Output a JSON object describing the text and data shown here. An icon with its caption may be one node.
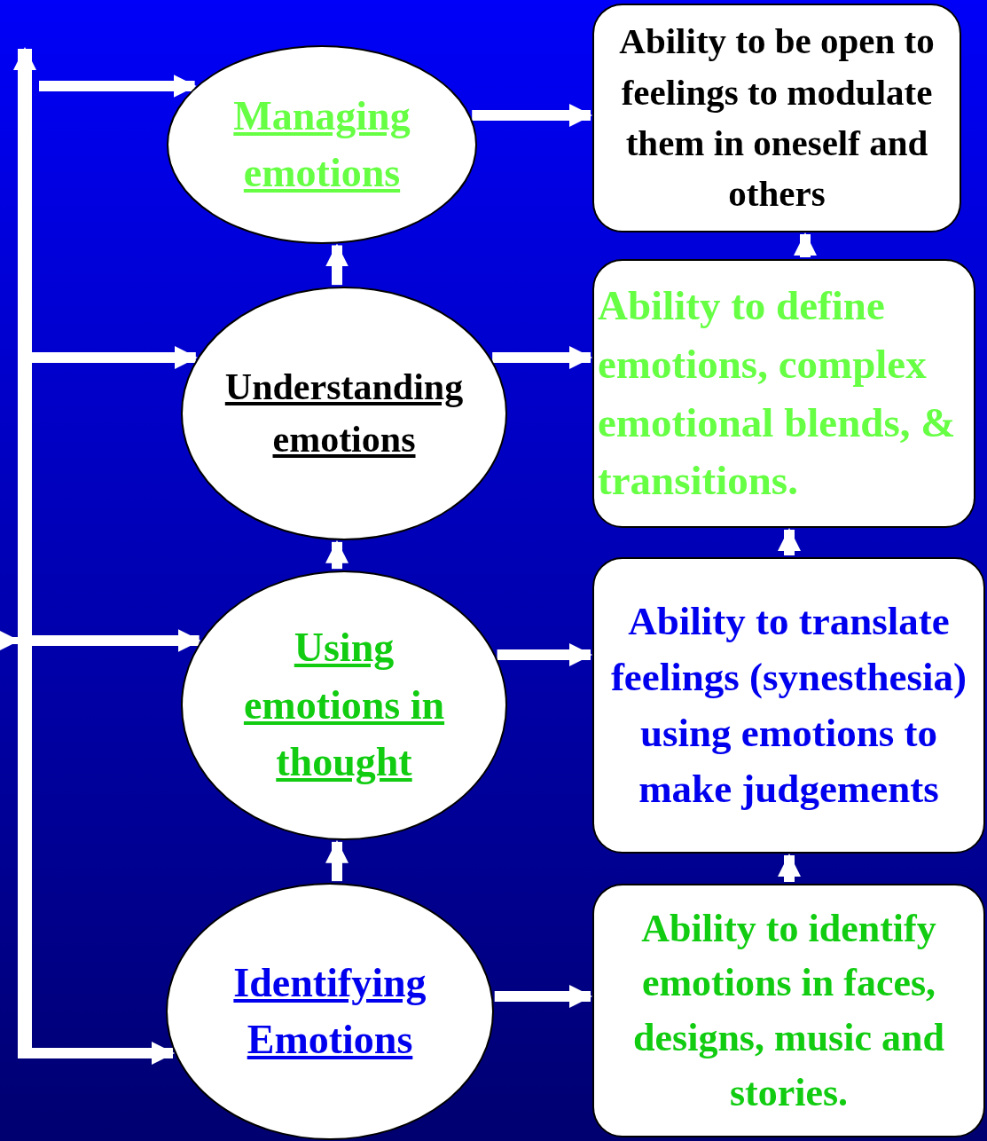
{
  "diagram": {
    "nodes": [
      {
        "text": [
          "Managing emotions"
        ]
      },
      {
        "text": [
          "Ability to be open to feelings to modulate them in oneself and others"
        ]
      },
      {
        "text": [
          "Understanding emotions"
        ]
      },
      {
        "text": [
          "Ability to define emotions, complex emotional blends, & transitions."
        ]
      },
      {
        "text": [
          "Using emotions in thought"
        ]
      },
      {
        "text": [
          "Ability to translate feelings (synesthesia) using emotions to make judgements"
        ]
      },
      {
        "text": [
          "Identifying Emotions"
        ]
      },
      {
        "text": [
          "Ability to identify emotions in faces, designs, music and stories."
        ]
      }
    ],
    "edges": [
      {
        "from": 0,
        "to": 1,
        "arrow": "to"
      },
      {
        "from": 2,
        "to": 3,
        "arrow": "to"
      },
      {
        "from": 4,
        "to": 5,
        "arrow": "to"
      },
      {
        "from": 6,
        "to": 7,
        "arrow": "to"
      },
      {
        "from": 6,
        "to": 4,
        "arrow": "to"
      },
      {
        "from": 4,
        "to": 2,
        "arrow": "to"
      },
      {
        "from": 2,
        "to": 0,
        "arrow": "to"
      },
      {
        "from": 7,
        "to": 5,
        "arrow": "to"
      },
      {
        "from": 5,
        "to": 3,
        "arrow": "to"
      },
      {
        "from": 3,
        "to": 1,
        "arrow": "to"
      },
      {
        "from": null,
        "to": 0,
        "arrow": "to"
      },
      {
        "from": null,
        "to": 2,
        "arrow": "to"
      },
      {
        "from": null,
        "to": 4,
        "arrow": "to"
      },
      {
        "from": null,
        "to": 6,
        "arrow": "to"
      }
    ]
  }
}
